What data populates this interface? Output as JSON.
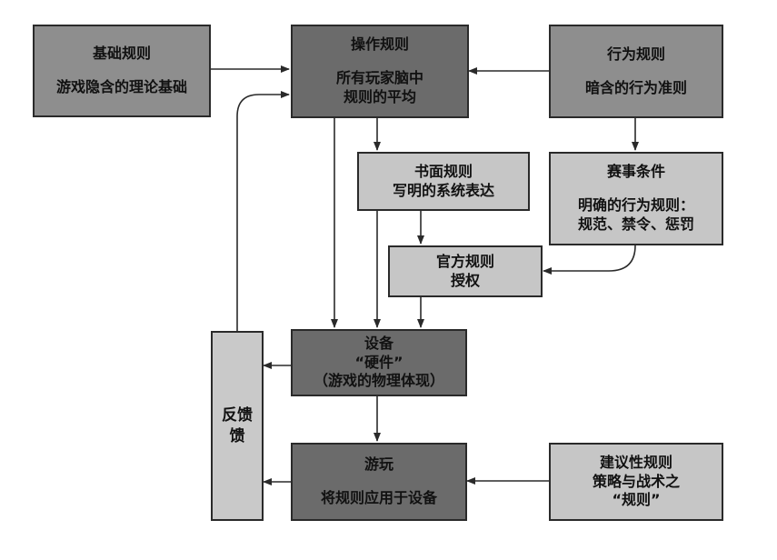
{
  "nodes": {
    "basic": {
      "title": "基础规则",
      "lines": [
        "游戏隐含的理论基础"
      ]
    },
    "operate": {
      "title": "操作规则",
      "lines": [
        "所有玩家脑中",
        "规则的平均"
      ]
    },
    "behavior": {
      "title": "行为规则",
      "lines": [
        "暗含的行为准则"
      ]
    },
    "written": {
      "title": "书面规则",
      "lines": [
        "写明的系统表达"
      ]
    },
    "tournament": {
      "title": "赛事条件",
      "lines": [
        "明确的行为规则：",
        "规范、禁令、惩罚"
      ]
    },
    "official": {
      "title": "官方规则",
      "lines": [
        "授权"
      ]
    },
    "device": {
      "title": "设备",
      "lines": [
        "“硬件”",
        "（游戏的物理体现）"
      ]
    },
    "play": {
      "title": "游玩",
      "lines": [
        "将规则应用于设备"
      ]
    },
    "advice": {
      "title": "建议性规则",
      "lines": [
        "策略与战术之",
        "“规则”"
      ]
    },
    "feedback": {
      "title": "反馈",
      "lines": [
        "馈"
      ]
    }
  },
  "colors": {
    "dark": "#6b6b6b",
    "mid": "#8e8e8e",
    "light": "#c6c6c6",
    "edge": "#2a2a2a"
  }
}
